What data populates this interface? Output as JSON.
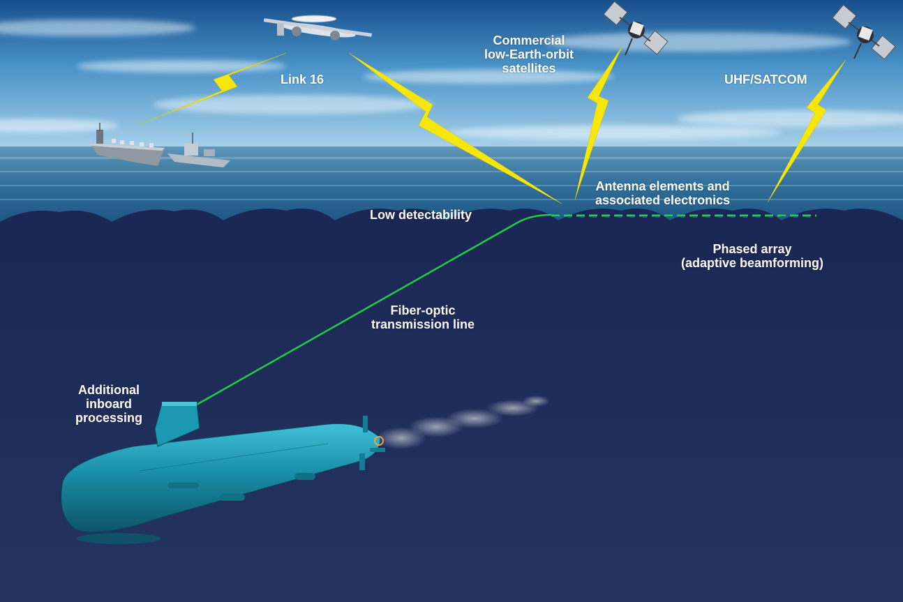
{
  "labels": {
    "link16": "Link 16",
    "commercial_leo": [
      "Commercial",
      "low-Earth-orbit",
      "satellites"
    ],
    "uhf_satcom": "UHF/SATCOM",
    "antenna_elements": [
      "Antenna elements and",
      "associated electronics"
    ],
    "low_detectability": "Low detectability",
    "phased_array": [
      "Phased array",
      "(adaptive beamforming)"
    ],
    "fiber_optic": [
      "Fiber-optic",
      "transmission line"
    ],
    "inboard_processing": [
      "Additional",
      "inboard",
      "processing"
    ]
  },
  "colors": {
    "lightning": "#f5e60c",
    "fiber_line": "#22cc44",
    "submarine": "#1a8fa8",
    "deep_water": "#1e2c5a",
    "sky_top": "#1d5f9e"
  },
  "icons": [
    "aircraft-icon",
    "satellite-icon",
    "aircraft-carrier-icon",
    "destroyer-icon",
    "submarine-icon"
  ]
}
